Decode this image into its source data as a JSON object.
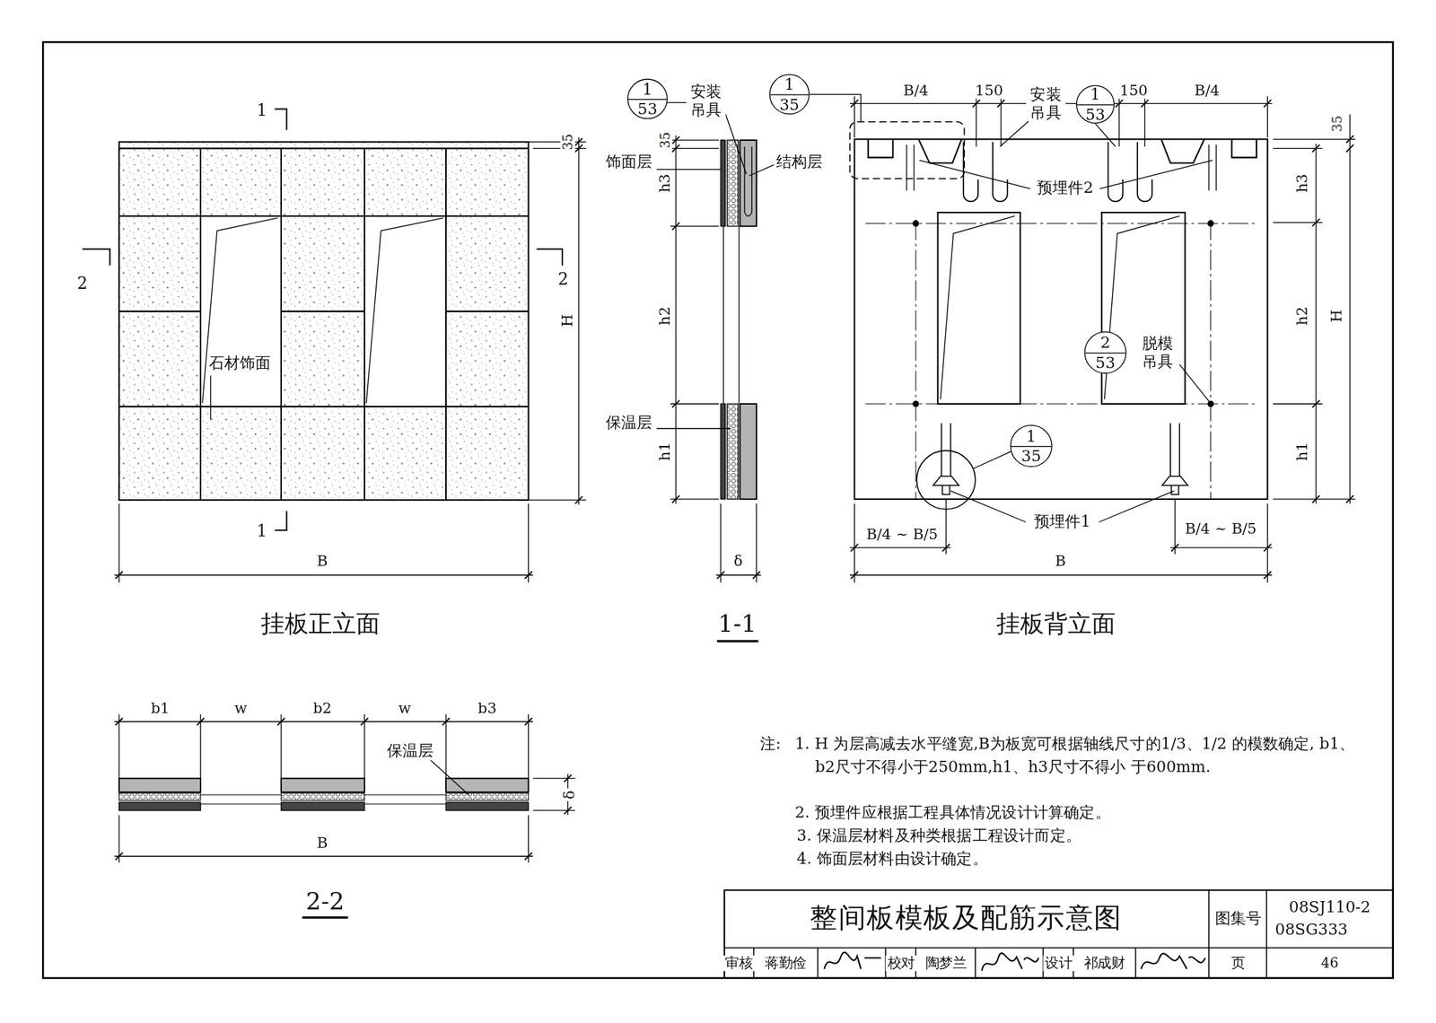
{
  "diagram": {
    "title": "整间板模板及配筋示意图",
    "nodes": [
      {
        "text": [
          "1",
          "53"
        ]
      },
      {
        "text": [
          "1",
          "35"
        ]
      },
      {
        "text": [
          "1",
          "53"
        ]
      },
      {
        "text": [
          "2",
          "53"
        ]
      },
      {
        "text": [
          "1",
          "35"
        ]
      }
    ],
    "labels": [
      "1",
      "1",
      "2",
      "2",
      "35",
      "H",
      "B",
      "石材饰面",
      "挂板正立面",
      "安装 吊具",
      "饰面层",
      "结构层",
      "35",
      "h3",
      "h2",
      "h1",
      "保温层",
      "δ",
      "1-1",
      "B/4",
      "150",
      "安装 吊具",
      "150",
      "B/4",
      "35",
      "预埋件2",
      "h3",
      "h2",
      "H",
      "脱模 吊具",
      "h1",
      "预埋件1",
      "B/4 ~ B/5",
      "B/4 ~ B/5",
      "B",
      "挂板背立面",
      "b1",
      "w",
      "b2",
      "w",
      "b3",
      "保温层",
      "δ",
      "B",
      "2-2",
      "注:",
      "1. H 为层高减去水平缝宽,B为板宽可根据轴线尺寸的1/3、1/2 的模数确定, b1、b2尺寸不得小于250mm,h1、h3尺寸不得小 于600mm.",
      "2. 预埋件应根据工程具体情况设计计算确定。",
      "3. 保温层材料及种类根据工程设计而定。",
      "4. 饰面层材料由设计确定。",
      "图集号",
      "08SJ110-2",
      "08SG333",
      "审核",
      "蒋勤俭",
      "校对",
      "陶梦兰",
      "设计",
      "祁成财",
      "页",
      "46"
    ]
  }
}
